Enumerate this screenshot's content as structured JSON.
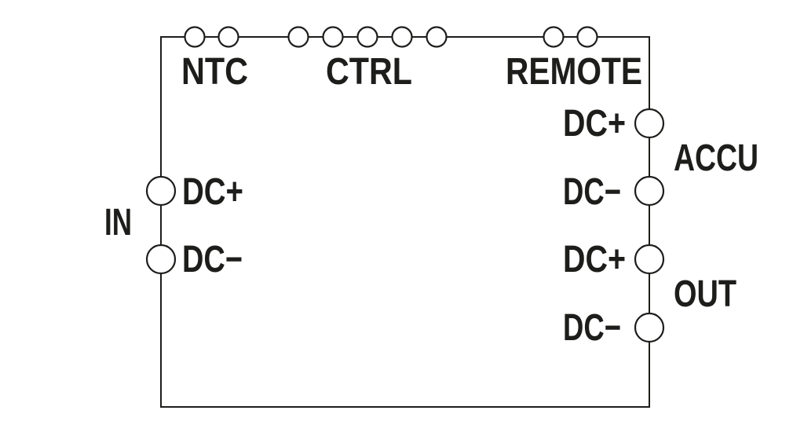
{
  "diagram": {
    "background": "#ffffff",
    "ink": "#1d1d1b",
    "module": {
      "top_terminal_groups": [
        {
          "label": "NTC",
          "terminal_count": 2
        },
        {
          "label": "CTRL",
          "terminal_count": 5
        },
        {
          "label": "REMOTE",
          "terminal_count": 2
        }
      ],
      "left_terminal_groups": [
        {
          "label": "IN",
          "terminals": [
            {
              "label": "DC+"
            },
            {
              "label": "DC−"
            }
          ]
        }
      ],
      "right_terminal_groups": [
        {
          "label": "ACCU",
          "terminals": [
            {
              "label": "DC+"
            },
            {
              "label": "DC−"
            }
          ]
        },
        {
          "label": "OUT",
          "terminals": [
            {
              "label": "DC+"
            },
            {
              "label": "DC−"
            }
          ]
        }
      ]
    }
  }
}
